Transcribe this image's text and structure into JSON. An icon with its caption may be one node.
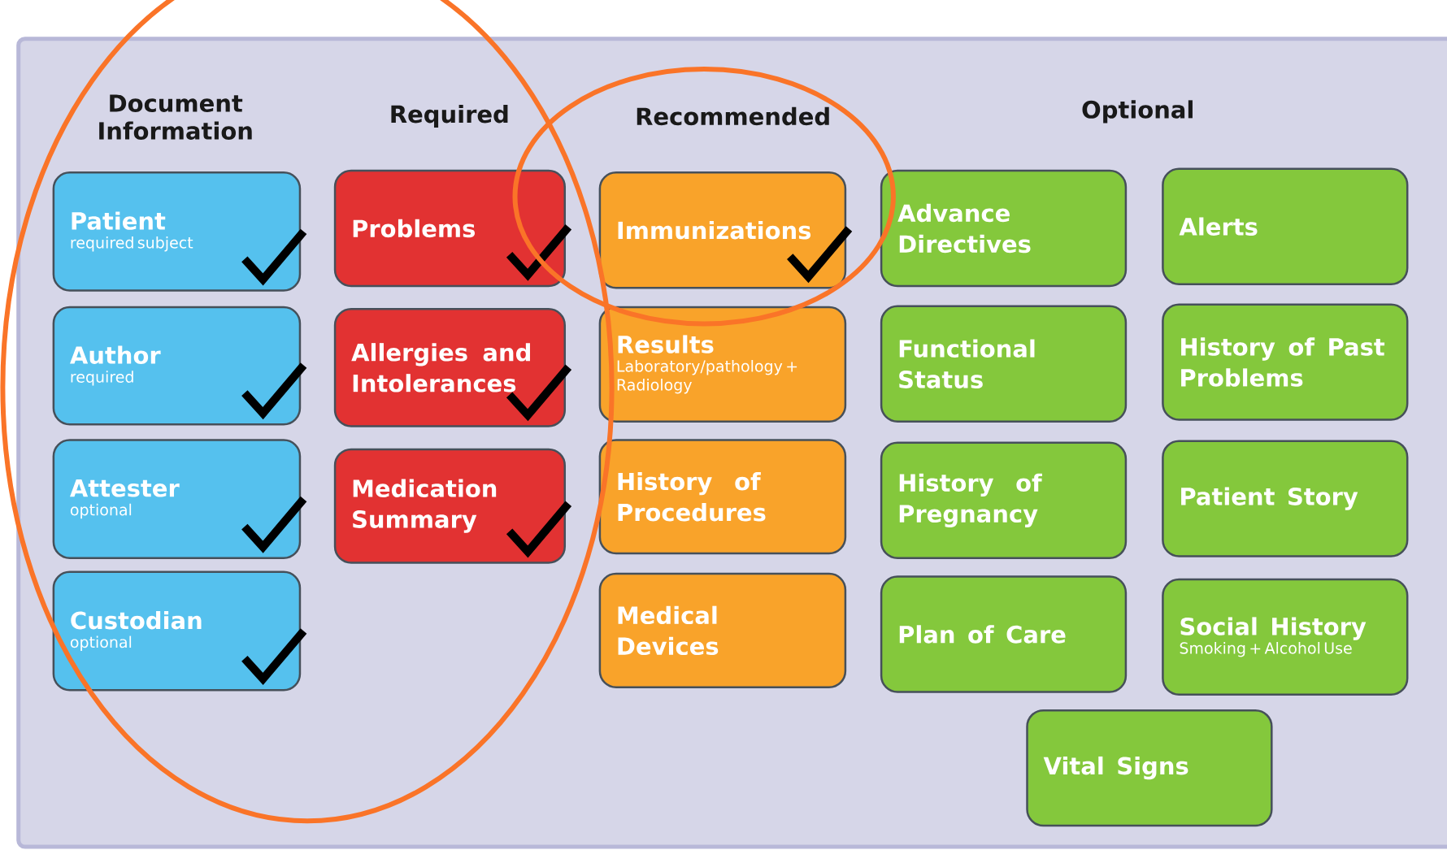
{
  "diagram": {
    "nodes": [
      {
        "text": [
          "Patient",
          "required subject"
        ]
      },
      {
        "text": [
          "Author",
          "required"
        ]
      },
      {
        "text": [
          "Attester",
          "optional"
        ]
      },
      {
        "text": [
          "Custodian",
          "optional"
        ]
      },
      {
        "text": [
          "Problems"
        ]
      },
      {
        "text": [
          "Allergies and Intolerances"
        ]
      },
      {
        "text": [
          "Medication Summary"
        ]
      },
      {
        "text": [
          "Immunizations"
        ]
      },
      {
        "text": [
          "Results",
          "Laboratory/pathology + Radiology"
        ]
      },
      {
        "text": [
          "History of Procedures"
        ]
      },
      {
        "text": [
          "Medical Devices"
        ]
      },
      {
        "text": [
          "Advance Directives"
        ]
      },
      {
        "text": [
          "Functional Status"
        ]
      },
      {
        "text": [
          "History of Pregnancy"
        ]
      },
      {
        "text": [
          "Plan of Care"
        ]
      },
      {
        "text": [
          "Alerts"
        ]
      },
      {
        "text": [
          "History of Past Problems"
        ]
      },
      {
        "text": [
          "Patient Story"
        ]
      },
      {
        "text": [
          "Social History",
          "Smoking + Alcohol Use"
        ]
      },
      {
        "text": [
          "Vital Signs"
        ]
      }
    ],
    "labels": [
      "Document Information",
      "Required",
      "Recommended",
      "Optional"
    ]
  }
}
